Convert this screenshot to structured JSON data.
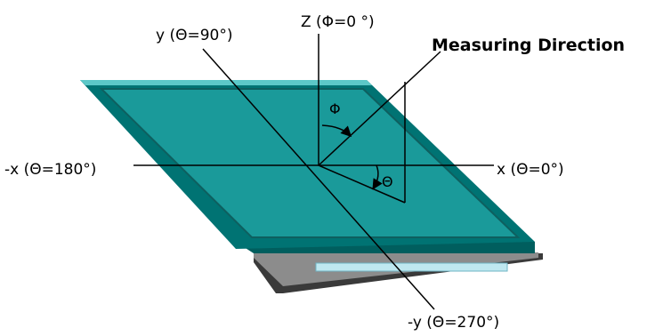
{
  "diagram": {
    "labels": {
      "z_axis": "Z (Φ=0 °)",
      "y_axis": "y (Θ=90°)",
      "neg_x_axis": "-x (Θ=180°)",
      "x_axis": "x (Θ=0°)",
      "neg_y_axis": "-y (Θ=270°)",
      "measuring_direction": "Measuring Direction",
      "phi_symbol": "Φ",
      "theta_symbol": "Θ"
    },
    "colors": {
      "panel_frame": "#007373",
      "panel_face": "#1a9a9a",
      "panel_top_edge": "#5cc8c8",
      "base_plate": "#8c8c8c",
      "base_shadow": "#3a3a3a",
      "light_bar": "#bfe8f0"
    }
  }
}
